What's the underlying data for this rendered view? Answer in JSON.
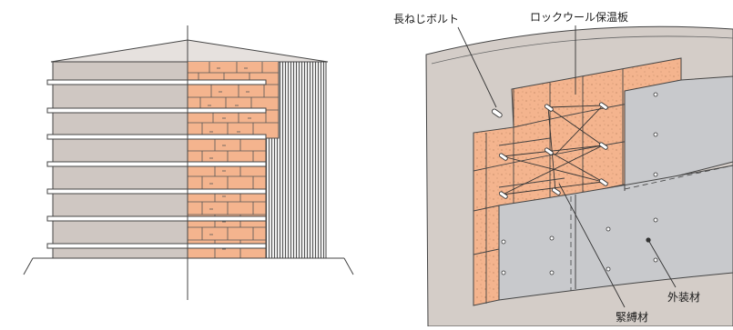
{
  "labels": {
    "bolt": "長ねじボルト",
    "insulation": "ロックウール保温板",
    "fastener": "緊縛材",
    "cladding": "外装材"
  },
  "colors": {
    "tank_wall": "#cfc7c2",
    "brick": "#f4b48e",
    "cladding": "#c8c9cc",
    "outline": "#333333"
  }
}
